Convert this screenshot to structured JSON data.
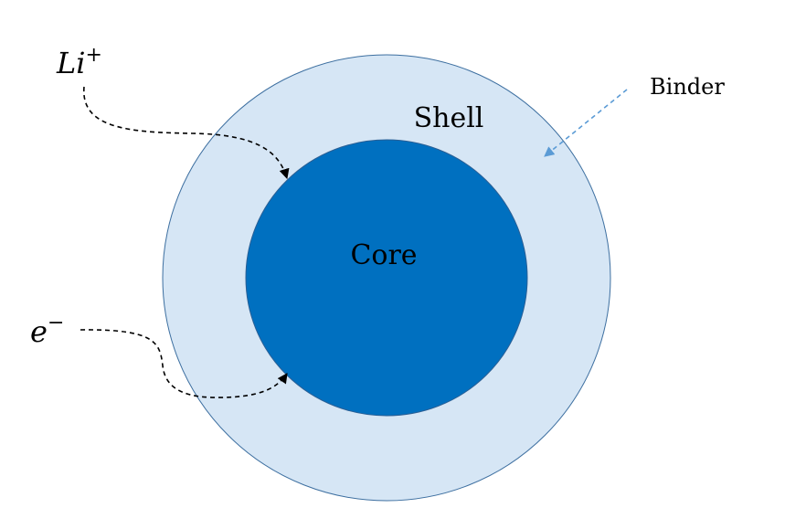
{
  "labels": {
    "core": "Core",
    "shell": "Shell",
    "binder": "Binder",
    "li_base": "Li",
    "li_sup": "+",
    "e_base": "e",
    "e_sup": "−"
  },
  "colors": {
    "shell_fill": "#d6e6f5",
    "shell_stroke": "#3d6fa0",
    "core_fill": "#0070c0",
    "binder_arrow": "#5b9bd5",
    "path_stroke": "#000000"
  }
}
